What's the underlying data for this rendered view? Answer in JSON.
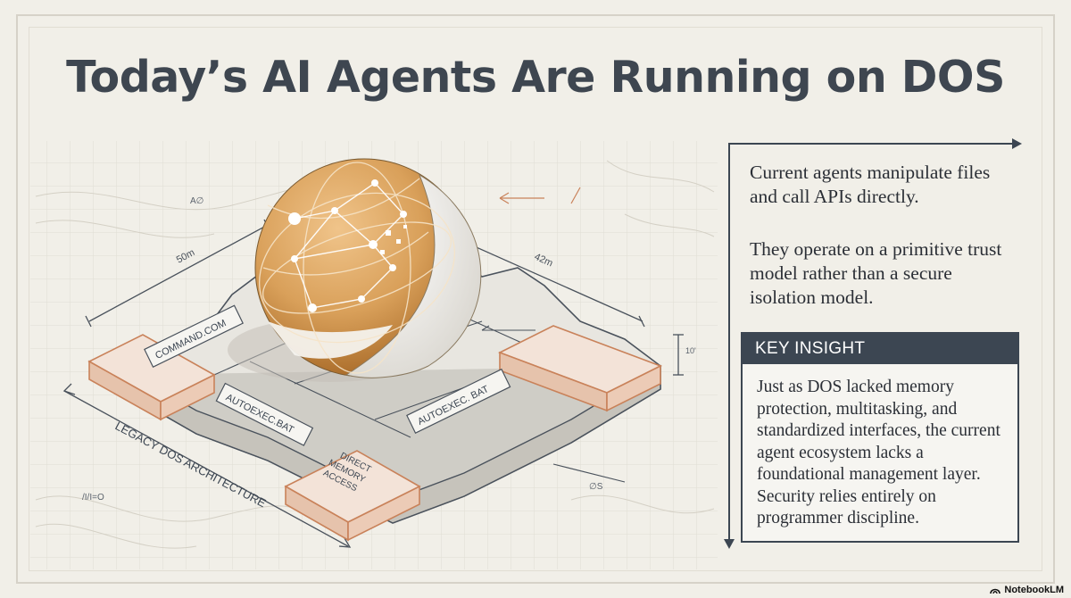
{
  "title": "Today’s AI Agents Are Running on DOS",
  "illustration": {
    "labels": {
      "command": "COMMAND.COM",
      "autoexec_left": "AUTOEXEC.BAT",
      "autoexec_right": "AUTOEXEC. BAT",
      "dma": [
        "DIRECT",
        "MEMORY",
        "ACCESS"
      ],
      "architecture": "LEGACY DOS ARCHITECTURE",
      "dim_left": "50m",
      "dim_right": "42m",
      "note_top": "A∅",
      "note_bottom_left": "/I/I=O",
      "note_right_small": "10'",
      "note_bottom_right": "∅S"
    },
    "colors": {
      "globe": "#d9a05a",
      "globe_dark": "#b87a35",
      "ink": "#3c4652",
      "accent": "#c9825a"
    }
  },
  "panel": {
    "para1": "Current agents manipulate files and call APIs directly.",
    "para2": "They operate on a primitive trust model rather than a secure isolation model.",
    "insight_heading": "KEY INSIGHT",
    "insight_text": "Just as DOS lacked memory protection, multitasking, and standardized interfaces, the current agent ecosystem lacks a foundational management layer. Security relies entirely on programmer discipline."
  },
  "brand": {
    "icon": "notebooklm-icon",
    "label": "NotebookLM"
  }
}
